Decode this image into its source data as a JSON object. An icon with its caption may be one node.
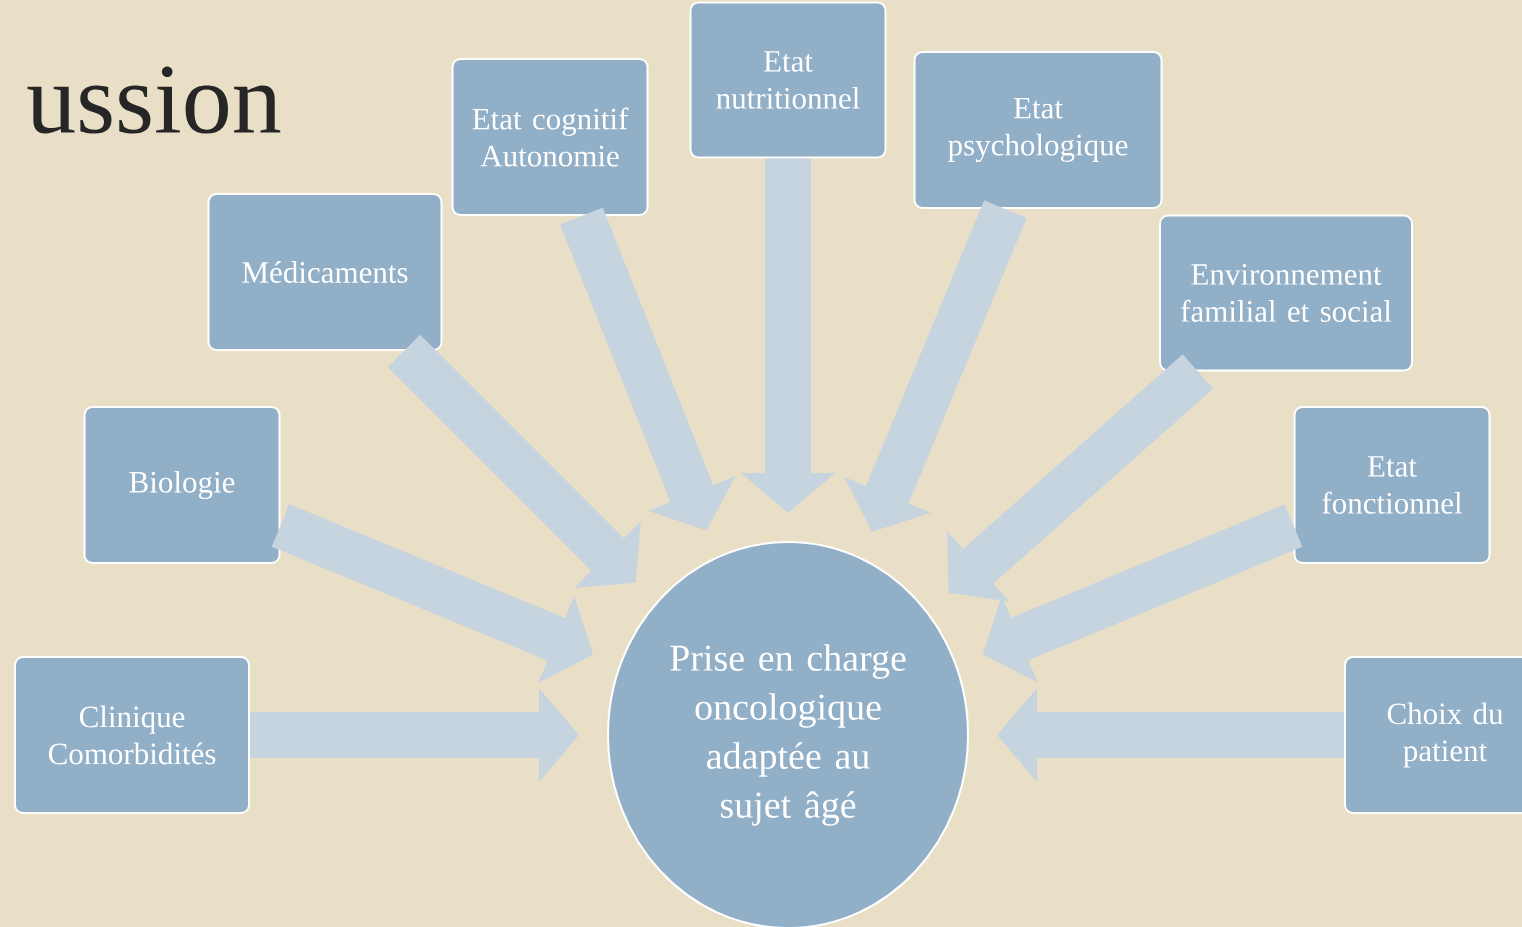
{
  "diagram": {
    "title": "ussion",
    "nodes": [
      {
        "text": [
          "Clinique Comorbidités"
        ]
      },
      {
        "text": [
          "Biologie"
        ]
      },
      {
        "text": [
          "Médicaments"
        ]
      },
      {
        "text": [
          "Etat cognitif Autonomie"
        ]
      },
      {
        "text": [
          "Etat nutritionnel"
        ]
      },
      {
        "text": [
          "Etat psychologique"
        ]
      },
      {
        "text": [
          "Environnement familial et social"
        ]
      },
      {
        "text": [
          "Etat fonctionnel"
        ]
      },
      {
        "text": [
          "Choix du patient"
        ]
      },
      {
        "text": [
          "Prise en charge oncologique adaptée au sujet âgé"
        ]
      }
    ],
    "edges": [
      {
        "from": 0,
        "to": 9,
        "arrow": "to"
      },
      {
        "from": 1,
        "to": 9,
        "arrow": "to"
      },
      {
        "from": 2,
        "to": 9,
        "arrow": "to"
      },
      {
        "from": 3,
        "to": 9,
        "arrow": "to"
      },
      {
        "from": 4,
        "to": 9,
        "arrow": "to"
      },
      {
        "from": 5,
        "to": 9,
        "arrow": "to"
      },
      {
        "from": 6,
        "to": 9,
        "arrow": "to"
      },
      {
        "from": 7,
        "to": 9,
        "arrow": "to"
      },
      {
        "from": 8,
        "to": 9,
        "arrow": "to"
      }
    ]
  }
}
